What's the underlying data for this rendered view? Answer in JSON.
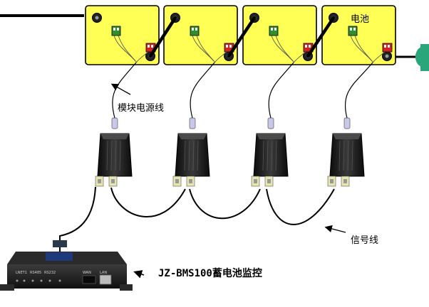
{
  "labels": {
    "battery": "电池",
    "module_power_line": "模块电源线",
    "signal_line": "信号线",
    "monitor": "JZ-BMS100蓄电池监控"
  },
  "colors": {
    "battery_fill": "#ffff55",
    "wire": "#000000",
    "terminal_red": "#d42020",
    "terminal_green": "#2f8f2f",
    "module_body": "#1b1b1b",
    "connector": "#e8e6b0",
    "plug": "#c8c8ea",
    "accent_teal": "#29a67a"
  },
  "device": {
    "port_labels": [
      "LNET1",
      "RS485",
      "RS232",
      "WAN",
      "LAN"
    ]
  },
  "icons": [
    "cable-arrow-icon",
    "network-port-icon"
  ]
}
